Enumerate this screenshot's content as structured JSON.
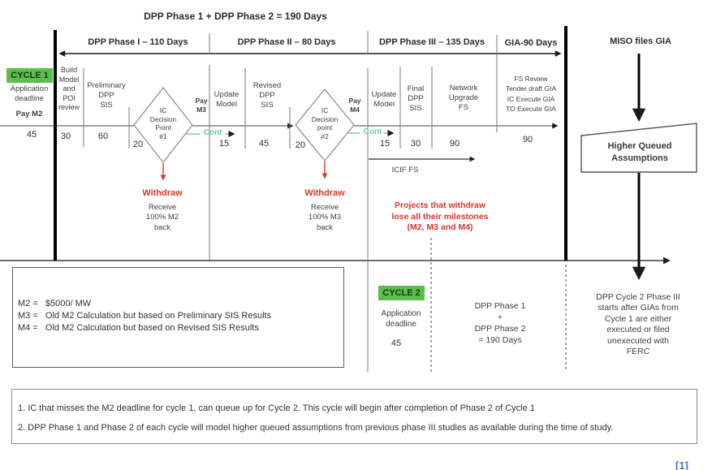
{
  "title": "DPP Phase 1 + DPP Phase 2 = 190 Days",
  "phase_headers": {
    "p1": "DPP Phase I – 110 Days",
    "p2": "DPP Phase II – 80 Days",
    "p3": "DPP Phase III – 135 Days",
    "gia": "GIA-90 Days",
    "miso": "MISO files GIA"
  },
  "cycle1": {
    "badge": "CYCLE 1",
    "deadline": "Application\ndeadline",
    "pay": "Pay M2",
    "days": "45"
  },
  "stages": {
    "build": {
      "label": "Build\nModel\nand\nPOI\nreview",
      "days": "30"
    },
    "prelim": {
      "label": "Preliminary\nDPP\nSIS",
      "days": "60"
    },
    "dp1": {
      "label": "IC\nDecision\nPoint\n#1",
      "pay": "Pay\nM3",
      "days": "20"
    },
    "update2": {
      "label": "Update\nModel",
      "days": "15"
    },
    "revised": {
      "label": "Revised\nDPP\nSIS",
      "days": "45"
    },
    "dp2": {
      "label": "IC\nDecision\npoint\n#2",
      "pay": "Pay\nM4",
      "days": "20"
    },
    "update3": {
      "label": "Update\nModel",
      "days": "15"
    },
    "final": {
      "label": "Final\nDPP\nSIS",
      "days": "30"
    },
    "network": {
      "label": "Network\nUpgrade\nFS",
      "days": "90"
    },
    "gia": {
      "label": "FS Review\nTender draft GIA\nIC Execute GIA\nTO Execute GIA",
      "days": "90"
    }
  },
  "cont_label": "Cont",
  "withdraw1": {
    "title": "Withdraw",
    "body": "Receive\n100% M2\nback"
  },
  "withdraw2": {
    "title": "Withdraw",
    "body": "Receive\n100% M3\nback"
  },
  "icif": "ICIF FS",
  "withdraw_note": "Projects that withdraw\nlose all their milestones\n(M2, M3 and M4)",
  "hqa": "Higher Queued\nAssumptions",
  "milestones": {
    "m2": "M2 =   $5000/ MW",
    "m3": "M3 =   Old M2 Calculation but based on Preliminary SIS Results",
    "m4": "M4 =   Old M2 Calculation but based on Revised SIS Results"
  },
  "cycle2": {
    "badge": "CYCLE 2",
    "deadline": "Application\ndeadline",
    "days": "45",
    "duration": "DPP Phase 1\n+\nDPP Phase 2\n= 190 Days",
    "note": "DPP Cycle 2 Phase III\nstarts after GIAs from\nCycle 1 are either\nexecuted or filed\nunexecuted with\nFERC"
  },
  "footnotes": {
    "n1": "1. IC that misses the M2 deadline for cycle 1, can queue up for Cycle 2. This cycle will begin after completion of Phase 2 of Cycle 1",
    "n2": "2.  DPP Phase 1 and Phase 2 of each cycle will model higher queued assumptions from previous phase III studies as available during the time of   study."
  },
  "page_ref": "[1]",
  "colors": {
    "cycle_green": "#5dbe4b",
    "cycle_text": "#14380f",
    "cont_green": "#70cf9e",
    "alert_red": "#d9352c",
    "ref_blue": "#4472c4"
  }
}
